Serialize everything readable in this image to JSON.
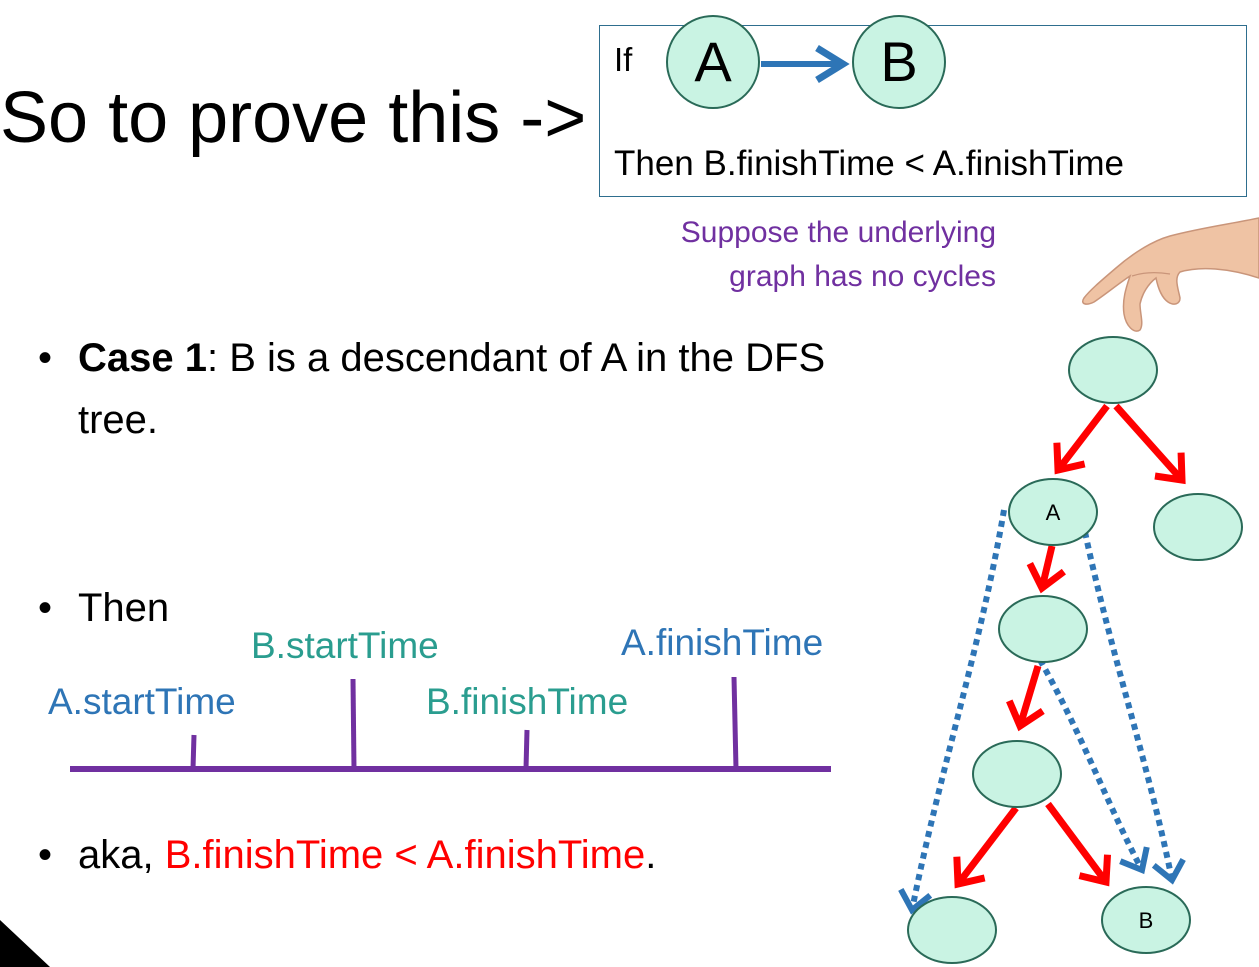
{
  "title": "So to prove this ->",
  "claim": {
    "if_label": "If",
    "node_a": "A",
    "node_b": "B",
    "then_text": "Then B.finishTime < A.finishTime"
  },
  "note": {
    "line1": "Suppose the underlying",
    "line2": "graph has no cycles"
  },
  "bullets": {
    "case1_bold": "Case 1",
    "case1_rest": ": B is a descendant of A in the DFS tree.",
    "then": "Then",
    "aka_prefix": "aka, ",
    "aka_red": "B.finishTime < A.finishTime",
    "aka_suffix": "."
  },
  "timeline": {
    "a_start": "A.startTime",
    "b_start": "B.startTime",
    "b_finish": "B.finishTime",
    "a_finish": "A.finishTime"
  },
  "tree": {
    "label_a": "A",
    "label_b": "B"
  },
  "colors": {
    "node_fill": "#c9f3e3",
    "node_stroke": "#2a6a58",
    "tree_edge": "#ff0000",
    "dotted_path": "#2e75b6",
    "timeline": "#7030a0",
    "note": "#7030a0",
    "claim_arrow": "#2e75b6"
  }
}
